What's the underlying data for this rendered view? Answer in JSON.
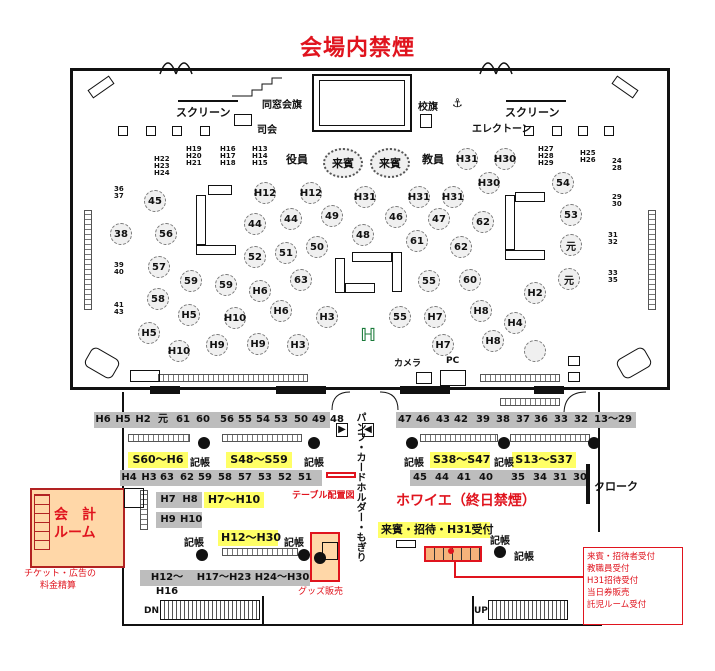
{
  "title": "会場内禁煙",
  "stage": {
    "screen_left": "スクリーン",
    "screen_right": "スクリーン",
    "alumni_flag": "同窓会旗",
    "school_flag": "校旗",
    "mc": "司会",
    "electone": "エレクトーン"
  },
  "vip_tables": {
    "officers": "役員",
    "guest1": "来賓",
    "guest2": "来賓",
    "teachers": "教員"
  },
  "stack_labels": {
    "h19": [
      "H19",
      "H20",
      "H21"
    ],
    "h16": [
      "H16",
      "H17",
      "H18"
    ],
    "h13": [
      "H13",
      "H14",
      "H15"
    ],
    "h22": [
      "H22",
      "H23",
      "H24"
    ],
    "h27": [
      "H27",
      "H28",
      "H29"
    ],
    "h25": [
      "H25",
      "H26"
    ],
    "t24": [
      "24",
      "28"
    ],
    "t36": [
      "36",
      "37"
    ],
    "t39": [
      "39",
      "40"
    ],
    "t41": [
      "41",
      "43"
    ],
    "t29": [
      "29",
      "30"
    ],
    "t31": [
      "31",
      "32"
    ],
    "t33": [
      "33",
      "35"
    ]
  },
  "round_tables": [
    "H31",
    "H30",
    "H30",
    "54",
    "53",
    "H12",
    "H12",
    "H31",
    "H31",
    "H31",
    "45",
    "44",
    "44",
    "49",
    "46",
    "47",
    "62",
    "38",
    "56",
    "52",
    "51",
    "50",
    "48",
    "61",
    "62",
    "元",
    "57",
    "63",
    "55",
    "60",
    "H2",
    "元",
    "58",
    "59",
    "59",
    "H6",
    "H6",
    "H3",
    "55",
    "H7",
    "H8",
    "H4",
    "H5",
    "H5",
    "H10",
    "H10",
    "H9",
    "H9",
    "H3",
    "H7",
    "H8"
  ],
  "camera": "カメラ",
  "pc": "PC",
  "foyer": {
    "top_numbers_left": [
      "H6",
      "H5",
      "H2",
      "元",
      "61",
      "60",
      "56",
      "55",
      "54",
      "53",
      "50",
      "49",
      "48"
    ],
    "top_numbers_right": [
      "47",
      "46",
      "43",
      "42",
      "39",
      "38",
      "37",
      "36",
      "33",
      "32",
      "13～29"
    ],
    "yellow_labels": [
      "S60～H6",
      "S48～S59",
      "S38～S47",
      "S13～S37",
      "H7～H10",
      "H12～H30",
      "来賓・招待・H31受付"
    ],
    "row2_left": [
      "H4",
      "H3",
      "63",
      "62",
      "59",
      "58",
      "57",
      "53",
      "52",
      "51"
    ],
    "row2_right": [
      "45",
      "44",
      "41",
      "40",
      "35",
      "34",
      "31",
      "30"
    ],
    "h7h8": [
      "H7",
      "H8"
    ],
    "h9h10": [
      "H9",
      "H10"
    ],
    "bottom_labels": [
      "H12～H16",
      "H17～H23",
      "H24～H30"
    ],
    "kicho": "記帳",
    "pamphlet": "パンフ・カードホルダー・もぎり",
    "table_layout": "テーブル配置図",
    "foyer_title": "ホワイエ（終日禁煙）",
    "cloak": "クローク",
    "goods": "グッズ販売",
    "accounting_room": "会　計\nルーム",
    "accounting_note_1": "チケット・広告の",
    "accounting_note_2": "料金精算",
    "dn": "DN",
    "up": "UP"
  },
  "legend": [
    "来賓・招待者受付",
    "教職員受付",
    "H31招待受付",
    "当日券販売",
    "託児ルーム受付"
  ],
  "colors": {
    "red": "#e0141e",
    "yellow": "#ffff66",
    "orange": "#ffd7a8",
    "gray": "#bdbdbd",
    "green": "#1a7a3a"
  }
}
